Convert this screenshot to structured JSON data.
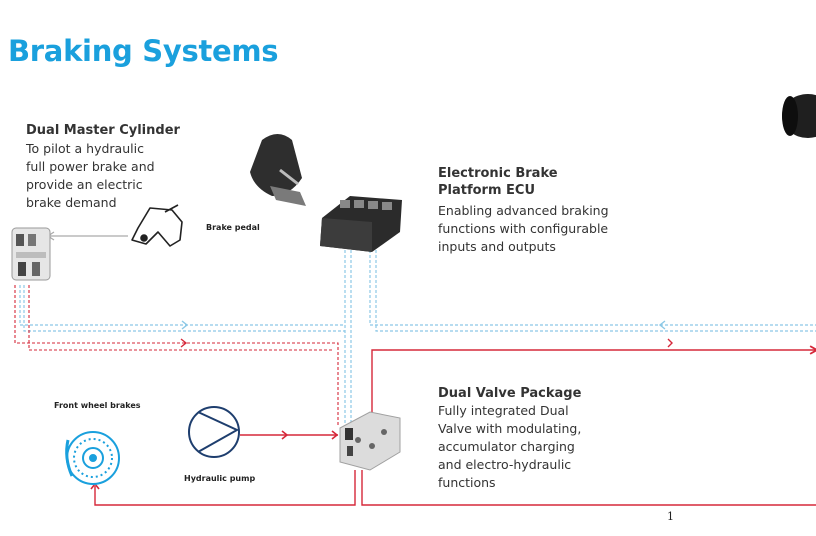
{
  "title": "Braking Systems",
  "dual_master_cylinder": {
    "title": "Dual Master Cylinder",
    "lines": [
      "To pilot a hydraulic",
      "full power brake and",
      "provide an electric",
      "brake demand"
    ]
  },
  "brake_pedal_label": "Brake pedal",
  "ecu": {
    "title_lines": [
      "Electronic Brake",
      "Platform ECU"
    ],
    "lines": [
      "Enabling advanced braking",
      "functions with configurable",
      "inputs and outputs"
    ]
  },
  "front_wheel_label": "Front wheel brakes",
  "hydraulic_pump_label": "Hydraulic pump",
  "dual_valve": {
    "title": "Dual Valve Package",
    "lines": [
      "Fully integrated Dual",
      "Valve with modulating,",
      "accumulator charging",
      "and electro-hydraulic",
      "functions"
    ]
  },
  "page_number": "1",
  "colors": {
    "accent": "#1aa0dd",
    "hydraulic": "#d6283a",
    "electric": "#7fc3e3",
    "pilot": "#9a9a9a"
  }
}
